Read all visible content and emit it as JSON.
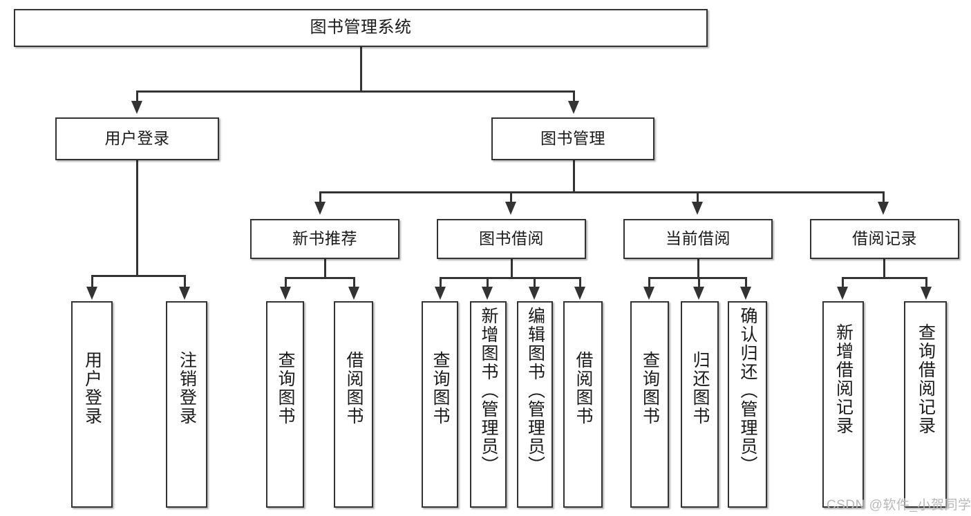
{
  "diagram": {
    "type": "tree-hierarchy",
    "title": "图书管理系统",
    "levels": {
      "root": {
        "label": "图书管理系统"
      },
      "level2": [
        {
          "label": "用户登录"
        },
        {
          "label": "图书管理"
        }
      ],
      "level3": [
        {
          "label": "新书推荐"
        },
        {
          "label": "图书借阅"
        },
        {
          "label": "当前借阅"
        },
        {
          "label": "借阅记录"
        }
      ],
      "leaves": [
        {
          "label": "用户登录",
          "parent": "用户登录"
        },
        {
          "label": "注销登录",
          "parent": "用户登录"
        },
        {
          "label": "查询图书",
          "parent": "新书推荐"
        },
        {
          "label": "借阅图书",
          "parent": "新书推荐"
        },
        {
          "label": "查询图书",
          "parent": "图书借阅"
        },
        {
          "label": "新增图书（管理员）",
          "parent": "图书借阅"
        },
        {
          "label": "编辑图书（管理员）",
          "parent": "图书借阅"
        },
        {
          "label": "借阅图书",
          "parent": "图书借阅"
        },
        {
          "label": "查询图书",
          "parent": "当前借阅"
        },
        {
          "label": "归还图书",
          "parent": "当前借阅"
        },
        {
          "label": "确认归还（管理员）",
          "parent": "当前借阅"
        },
        {
          "label": "新增借阅记录",
          "parent": "借阅记录"
        },
        {
          "label": "查询借阅记录",
          "parent": "借阅记录"
        }
      ]
    },
    "colors": {
      "border": "#333333",
      "background": "#ffffff",
      "text": "#1a1a1a",
      "watermark": "#b8b8b8"
    }
  },
  "watermark": {
    "text": "CSDN @软件_小贺同学"
  }
}
